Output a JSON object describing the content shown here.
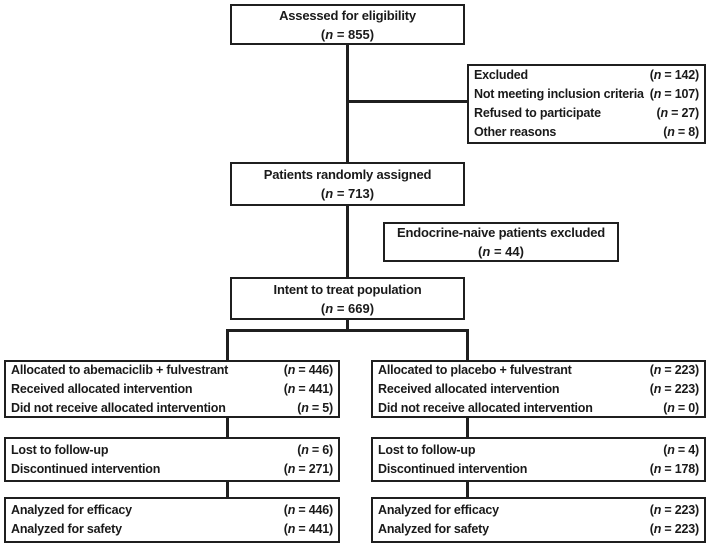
{
  "figure": {
    "background": "#ffffff",
    "line_color": "#1f1f1f",
    "text_color": "#1a1a1a"
  },
  "boxes": {
    "assessed": {
      "title": "Assessed for eligibility",
      "n": "(n = 855)"
    },
    "excluded": {
      "rows": [
        {
          "label": "Excluded",
          "n": "(n = 142)"
        },
        {
          "label": "Not meeting inclusion criteria",
          "n": "(n = 107)"
        },
        {
          "label": "Refused to participate",
          "n": "(n = 27)"
        },
        {
          "label": "Other reasons",
          "n": "(n = 8)"
        }
      ]
    },
    "randomized": {
      "title": "Patients randomly assigned",
      "n": "(n = 713)"
    },
    "endocrine": {
      "title": "Endocrine-naive patients excluded",
      "n": "(n = 44)"
    },
    "itt": {
      "title": "Intent to treat population",
      "n": "(n = 669)"
    },
    "alloc_left": {
      "rows": [
        {
          "label": "Allocated to abemaciclib + fulvestrant",
          "n": "(n = 446)"
        },
        {
          "label": "Received allocated intervention",
          "n": "(n = 441)"
        },
        {
          "label": "Did not receive allocated intervention",
          "n": "(n = 5)"
        }
      ]
    },
    "alloc_right": {
      "rows": [
        {
          "label": "Allocated to placebo + fulvestrant",
          "n": "(n = 223)"
        },
        {
          "label": "Received allocated intervention",
          "n": "(n = 223)"
        },
        {
          "label": "Did not receive allocated intervention",
          "n": "(n = 0)"
        }
      ]
    },
    "followup_left": {
      "rows": [
        {
          "label": "Lost to follow-up",
          "n": "(n = 6)"
        },
        {
          "label": "Discontinued intervention",
          "n": "(n = 271)"
        }
      ]
    },
    "followup_right": {
      "rows": [
        {
          "label": "Lost to follow-up",
          "n": "(n = 4)"
        },
        {
          "label": "Discontinued intervention",
          "n": "(n = 178)"
        }
      ]
    },
    "analyzed_left": {
      "rows": [
        {
          "label": "Analyzed for efficacy",
          "n": "(n = 446)"
        },
        {
          "label": "Analyzed for safety",
          "n": "(n = 441)"
        }
      ]
    },
    "analyzed_right": {
      "rows": [
        {
          "label": "Analyzed for efficacy",
          "n": "(n = 223)"
        },
        {
          "label": "Analyzed for safety",
          "n": "(n = 223)"
        }
      ]
    }
  }
}
